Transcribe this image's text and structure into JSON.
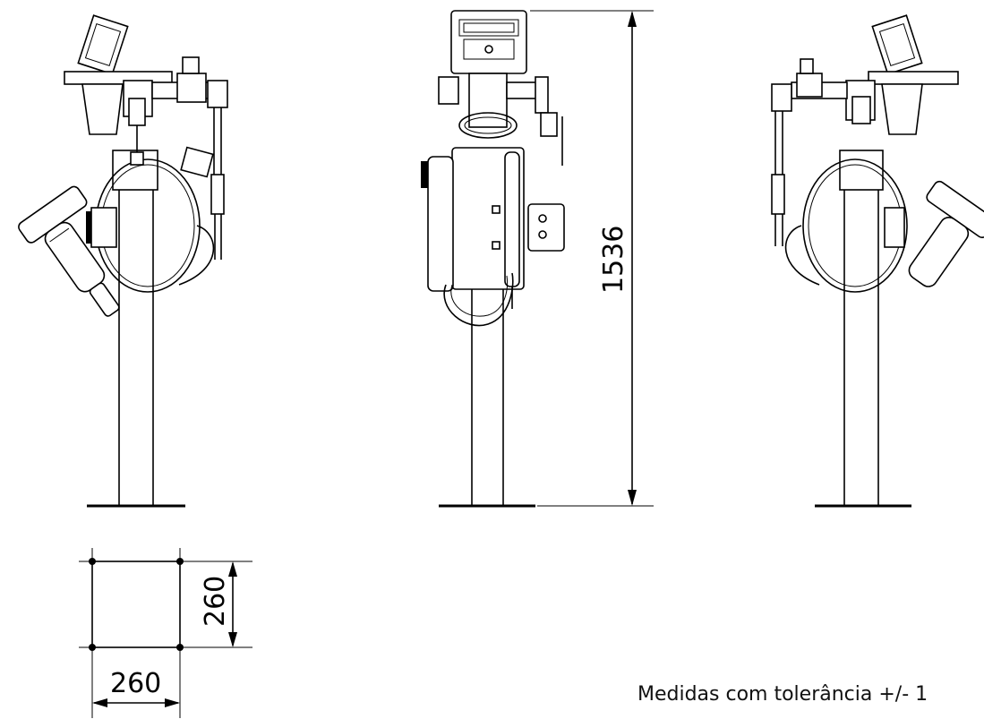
{
  "dimensions": {
    "height": "1536",
    "base_side": "260",
    "base_bottom": "260"
  },
  "note": "Medidas com tolerância +/- 1"
}
